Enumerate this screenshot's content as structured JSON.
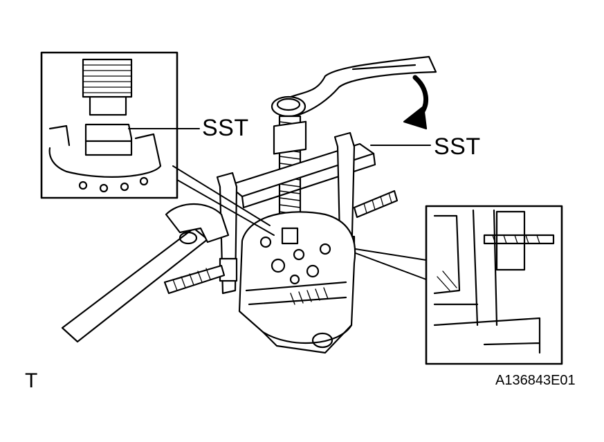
{
  "callouts": {
    "label_upper": "SST",
    "label_right": "SST"
  },
  "footer": {
    "corner_mark": "T",
    "figure_code": "A136843E01"
  },
  "colors": {
    "ink": "#000000",
    "paper": "#ffffff"
  }
}
